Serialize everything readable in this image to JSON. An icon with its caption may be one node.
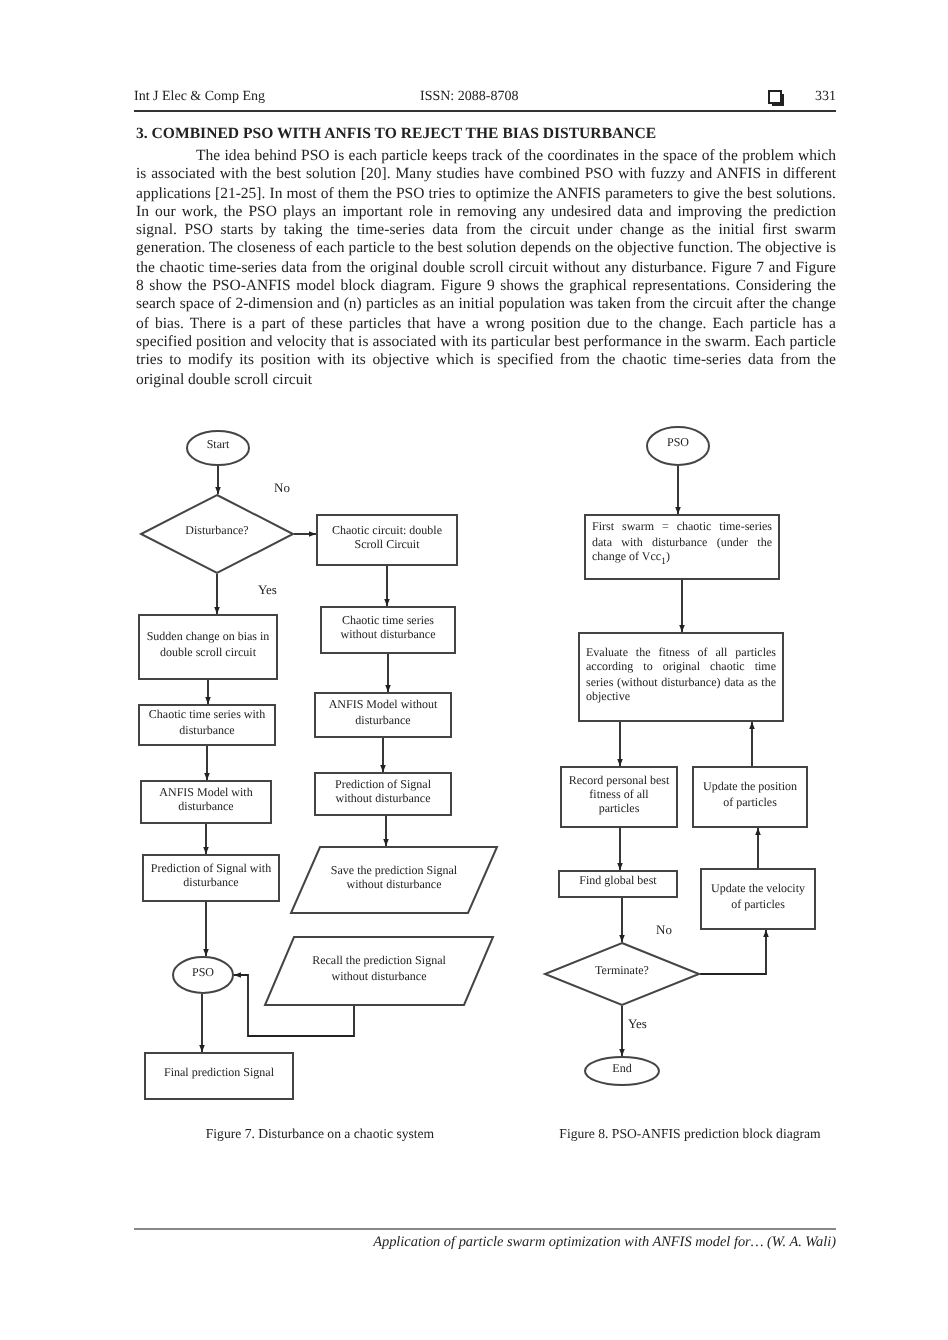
{
  "diagram": {
    "title": "3. COMBINED PSO WITH ANFIS TO REJECT THE BIAS DISTURBANCE",
    "nodes": [
      {
        "text": [
          "Start"
        ]
      },
      {
        "text": [
          "Disturbance?"
        ]
      },
      {
        "text": [
          "Chaotic circuit: double Scroll Circuit"
        ]
      },
      {
        "text": [
          "Sudden change on bias in double scroll circuit"
        ]
      },
      {
        "text": [
          "Chaotic time series without disturbance"
        ]
      },
      {
        "text": [
          "Chaotic time series with disturbance"
        ]
      },
      {
        "text": [
          "ANFIS Model without disturbance"
        ]
      },
      {
        "text": [
          "ANFIS Model with disturbance"
        ]
      },
      {
        "text": [
          "Prediction of Signal without disturbance"
        ]
      },
      {
        "text": [
          "Prediction of Signal with disturbance"
        ]
      },
      {
        "text": [
          "Save the prediction Signal without disturbance"
        ]
      },
      {
        "text": [
          "PSO"
        ]
      },
      {
        "text": [
          "Recall the prediction Signal without disturbance"
        ]
      },
      {
        "text": [
          "Final prediction Signal"
        ]
      },
      {
        "text": [
          "PSO"
        ]
      },
      {
        "text": [
          "First swarm = chaotic time-series data with disturbance (under the change of Vcc$_{1}$)"
        ]
      },
      {
        "text": [
          "Evaluate the fitness of all particles according to original chaotic time series (without disturbance) data as the objective"
        ]
      },
      {
        "text": [
          "Record personal best fitness of all particles"
        ]
      },
      {
        "text": [
          "Update the position of particles"
        ]
      },
      {
        "text": [
          "Find global best"
        ]
      },
      {
        "text": [
          "Update the velocity of particles"
        ]
      },
      {
        "text": [
          "Terminate?"
        ]
      },
      {
        "text": [
          "End"
        ]
      }
    ],
    "edges": [
      {
        "from": 0,
        "to": 1,
        "arrow": "to"
      },
      {
        "from": 1,
        "to": 2,
        "arrow": "to",
        "label": "No"
      },
      {
        "from": 1,
        "to": 3,
        "arrow": "to",
        "label": "Yes"
      },
      {
        "from": 2,
        "to": 4,
        "arrow": "to"
      },
      {
        "from": 4,
        "to": 6,
        "arrow": "to"
      },
      {
        "from": 6,
        "to": 8,
        "arrow": "to"
      },
      {
        "from": 8,
        "to": 10,
        "arrow": "to"
      },
      {
        "from": 3,
        "to": 5,
        "arrow": "to"
      },
      {
        "from": 5,
        "to": 7,
        "arrow": "to"
      },
      {
        "from": 7,
        "to": 9,
        "arrow": "to"
      },
      {
        "from": 9,
        "to": 11,
        "arrow": "to"
      },
      {
        "from": 12,
        "to": 11,
        "arrow": "to"
      },
      {
        "from": 11,
        "to": 13,
        "arrow": "to"
      },
      {
        "from": 14,
        "to": 15,
        "arrow": "to"
      },
      {
        "from": 15,
        "to": 16,
        "arrow": "to"
      },
      {
        "from": 16,
        "to": 17,
        "arrow": "to"
      },
      {
        "from": 17,
        "to": 19,
        "arrow": "to"
      },
      {
        "from": 19,
        "to": 21,
        "arrow": "to"
      },
      {
        "from": 21,
        "to": 22,
        "arrow": "to",
        "label": "Yes"
      },
      {
        "from": 21,
        "to": 20,
        "arrow": "to",
        "label": "No"
      },
      {
        "from": 20,
        "to": 18,
        "arrow": "to"
      },
      {
        "from": 18,
        "to": 16,
        "arrow": "to"
      }
    ],
    "labels": [
      "Int J Elec & Comp Eng",
      "ISSN: 2088-8708",
      "331",
      "The idea behind PSO is each particle keeps track of the coordinates in the space of the problem which is associated with the best solution [20]. Many studies have combined PSO with fuzzy and ANFIS in different applications [21-25]. In most of them the PSO tries to optimize the ANFIS parameters to give the best solutions. In our work, the PSO plays an important role in removing any undesired data and improving the prediction signal. PSO starts by taking the time-series data from the circuit under change as the initial first swarm generation. The closeness of each particle to the best solution depends on the objective function. The objective is the chaotic time-series data from the original double scroll circuit without any disturbance. Figure 7 and Figure 8 show the PSO-ANFIS model block diagram. Figure 9 shows the graphical representations. Considering the search space of 2-dimension and (n) particles as an initial population was taken from the circuit after the change of bias. There is a part of these particles that have a wrong position due to the change. Each particle has a specified position and velocity that is associated with its particular best performance in the swarm. Each particle tries to modify its position with its objective which is specified from the chaotic time-series data from the original double scroll circuit",
      "Figure 7. Disturbance on a chaotic system",
      "Figure 8. PSO-ANFIS prediction block diagram",
      "Application of particle swarm optimization with ANFIS model for… (W. A. Wali)"
    ]
  }
}
